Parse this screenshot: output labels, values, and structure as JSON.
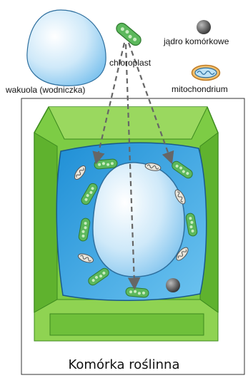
{
  "labels": {
    "vacuole": "wakuola (wodniczka)",
    "chloroplast": "chloroplast",
    "nucleus": "jądro komórkowe",
    "mitochondrion": "mitochondrium"
  },
  "caption": "Komórka roślinna",
  "colors": {
    "wall_green": "#6bbf3a",
    "wall_dark": "#3c8a1e",
    "cytoplasm_blue": "#3aa6e0",
    "vacuole_light": "#dff1fb",
    "vacuole_blue": "#9fd3f2",
    "chloroplast_green": "#5cb85c",
    "nucleus_gray": "#555555",
    "arrow_gray": "#666666"
  }
}
